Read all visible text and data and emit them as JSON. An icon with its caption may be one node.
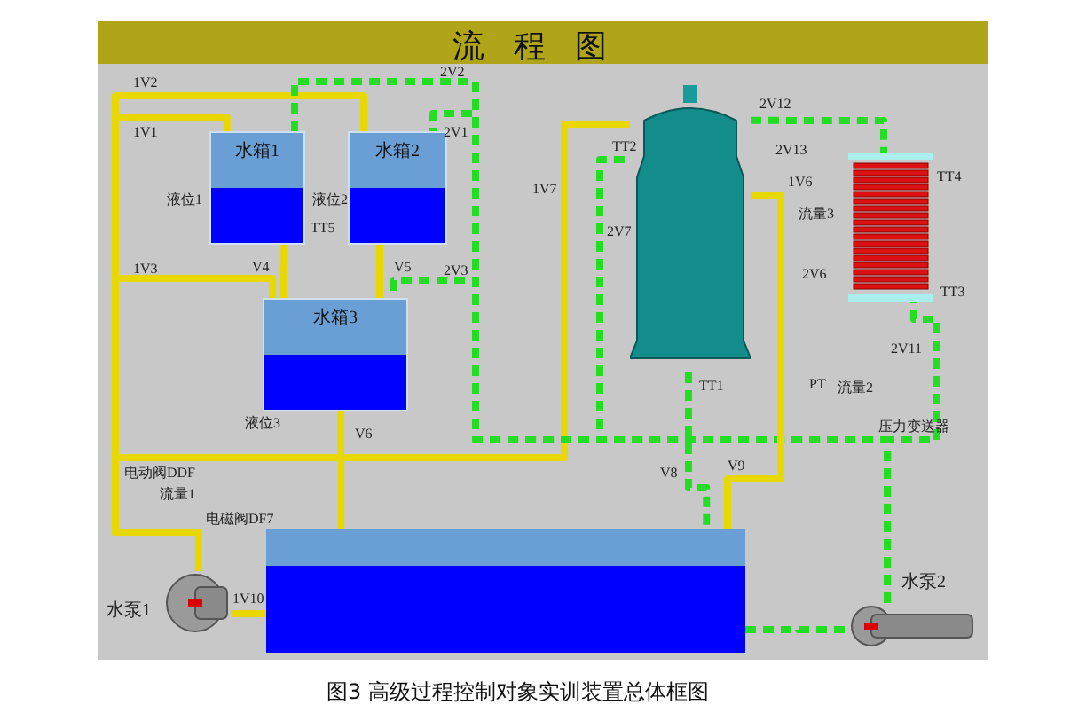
{
  "diagram": {
    "title": "流 程 图",
    "caption": "图3 高级过程控制对象实训装置总体框图",
    "nodes": [
      {
        "text": [
          "水箱1"
        ],
        "beside": [
          "液位1"
        ]
      },
      {
        "text": [
          "水箱2"
        ],
        "beside": [
          "液位2"
        ]
      },
      {
        "text": [
          "水箱3"
        ],
        "beside": [
          "液位3"
        ]
      },
      {
        "text": [],
        "shape": "box"
      },
      {
        "text": [],
        "shape": "cylinder"
      },
      {
        "text": [],
        "shape": "coil",
        "beside": [
          "TT4",
          "TT3"
        ]
      },
      {
        "text": [],
        "shape": "pump",
        "beside": [
          "水泵1"
        ]
      },
      {
        "text": [],
        "shape": "pump",
        "beside": [
          "水泵2"
        ]
      }
    ],
    "edges": [
      {
        "from": 6,
        "to": 0,
        "arrow": "none"
      },
      {
        "from": 6,
        "to": 1,
        "arrow": "none"
      },
      {
        "from": 6,
        "to": 2,
        "arrow": "none"
      },
      {
        "from": 0,
        "to": 2,
        "arrow": "none"
      },
      {
        "from": 1,
        "to": 2,
        "arrow": "none"
      },
      {
        "from": 2,
        "to": 3,
        "arrow": "none"
      },
      {
        "from": 3,
        "to": 6,
        "arrow": "none"
      },
      {
        "from": 6,
        "to": 4,
        "arrow": "none"
      },
      {
        "from": 7,
        "to": 0,
        "arrow": "none",
        "style": "dashed",
        "color": "#22dd22"
      },
      {
        "from": 7,
        "to": 1,
        "arrow": "none",
        "style": "dashed",
        "color": "#22dd22"
      },
      {
        "from": 7,
        "to": 2,
        "arrow": "none",
        "style": "dashed",
        "color": "#22dd22"
      },
      {
        "from": 7,
        "to": 4,
        "arrow": "none",
        "style": "dashed",
        "color": "#22dd22"
      },
      {
        "from": 7,
        "to": 5,
        "arrow": "none",
        "style": "dashed",
        "color": "#22dd22"
      },
      {
        "from": 4,
        "to": 5,
        "arrow": "none",
        "style": "dashed",
        "color": "#22dd22"
      },
      {
        "from": 4,
        "to": 3,
        "arrow": "none"
      },
      {
        "from": 4,
        "to": 3,
        "arrow": "none",
        "style": "dashed",
        "color": "#22dd22"
      },
      {
        "from": 3,
        "to": 7,
        "arrow": "none",
        "style": "dashed",
        "color": "#22dd22"
      }
    ],
    "labels": [
      "1V2",
      "1V1",
      "2V2",
      "2V1",
      "TT5",
      "1V3",
      "V4",
      "V5",
      "2V3",
      "V6",
      "电动阀DDF",
      "流量1",
      "电磁阀DF7",
      "1V10",
      "2V12",
      "TT2",
      "2V13",
      "1V7",
      "2V7",
      "1V6",
      "流量3",
      "2V6",
      "2V11",
      "TT1",
      "PT",
      "流量2",
      "压力变送器",
      "V8",
      "V9"
    ]
  }
}
